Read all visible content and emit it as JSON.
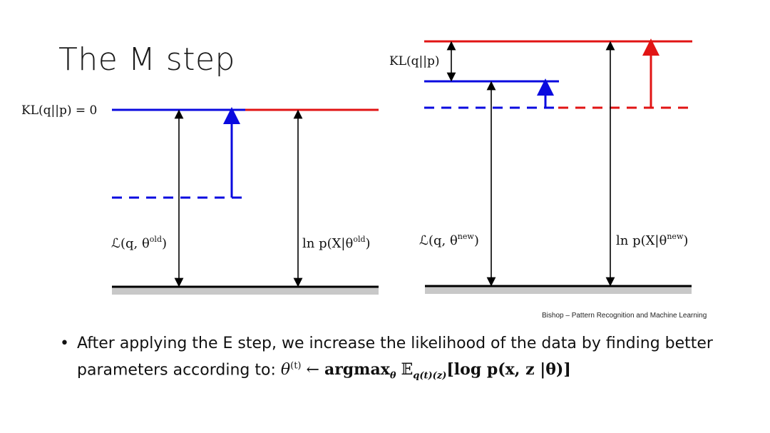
{
  "title": "The M step",
  "left_panel": {
    "kl_label": "KL(q||p) = 0",
    "lower_bound_label": "ℒ(q, θ",
    "lower_bound_sup": "old",
    "log_lik_label": "ln p(X|θ",
    "log_lik_sup": "old"
  },
  "right_panel": {
    "kl_label": "KL(q||p)",
    "lower_bound_label": "ℒ(q, θ",
    "lower_bound_sup": "new",
    "log_lik_label": "ln p(X|θ",
    "log_lik_sup": "new"
  },
  "citation": "Bishop – Pattern Recognition and Machine Learning",
  "bullet": {
    "text": "After applying the E step, we increase the likelihood of the data by finding better parameters according to: ",
    "eq_theta": "θ",
    "eq_t": "(t)",
    "eq_arrow": "←",
    "eq_argmax": "argmax",
    "eq_argmax_sub": "θ",
    "eq_E": "𝔼",
    "eq_E_sub": "q(t)(z)",
    "eq_body": "[log p(x, z |θ)]"
  },
  "colors": {
    "blue": "#0a0adf",
    "red": "#e11414",
    "black": "#000000",
    "gray_base": "#c8c8c8"
  }
}
